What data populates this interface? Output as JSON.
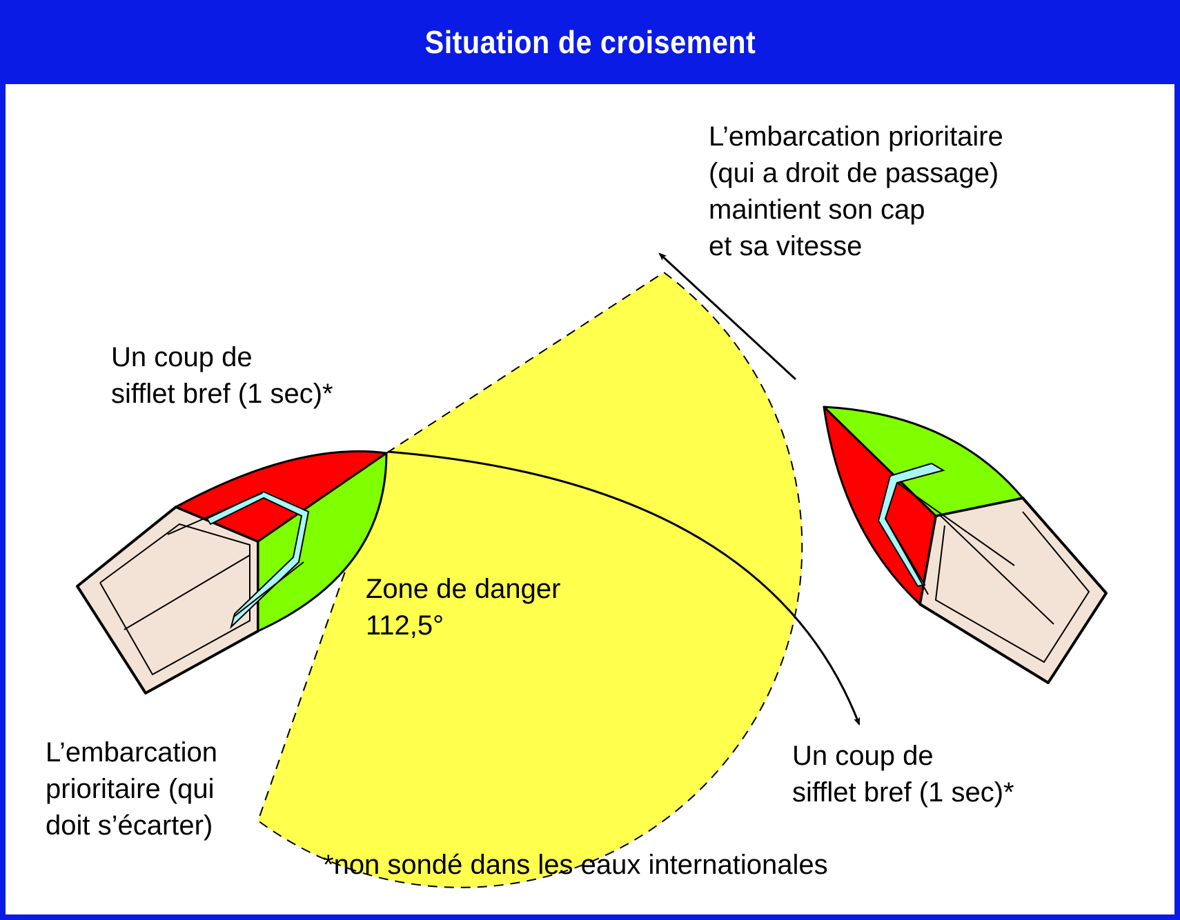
{
  "title": "Situation de croisement",
  "labels": {
    "stand_on": [
      "L’embarcation prioritaire",
      "(qui a droit de passage)",
      "maintient son cap",
      "et sa vitesse"
    ],
    "whistle_left": [
      "Un coup de",
      "sifflet bref (1 sec)*"
    ],
    "danger_zone": [
      "Zone de danger",
      "112,5°"
    ],
    "give_way": [
      "L’embarcation",
      "prioritaire (qui",
      "doit s’écarter)"
    ],
    "whistle_right": [
      "Un coup de",
      "sifflet bref (1 sec)*"
    ],
    "footnote": "*non sondé dans les eaux internationales"
  },
  "colors": {
    "frame": "#0a1be6",
    "danger_zone": "#ffff4d",
    "port_red": "#ff0000",
    "starboard_green": "#80ff00",
    "hull": "#f3e3d6",
    "windshield": "#aaf6f6"
  },
  "danger_zone_angle_deg": 112.5
}
